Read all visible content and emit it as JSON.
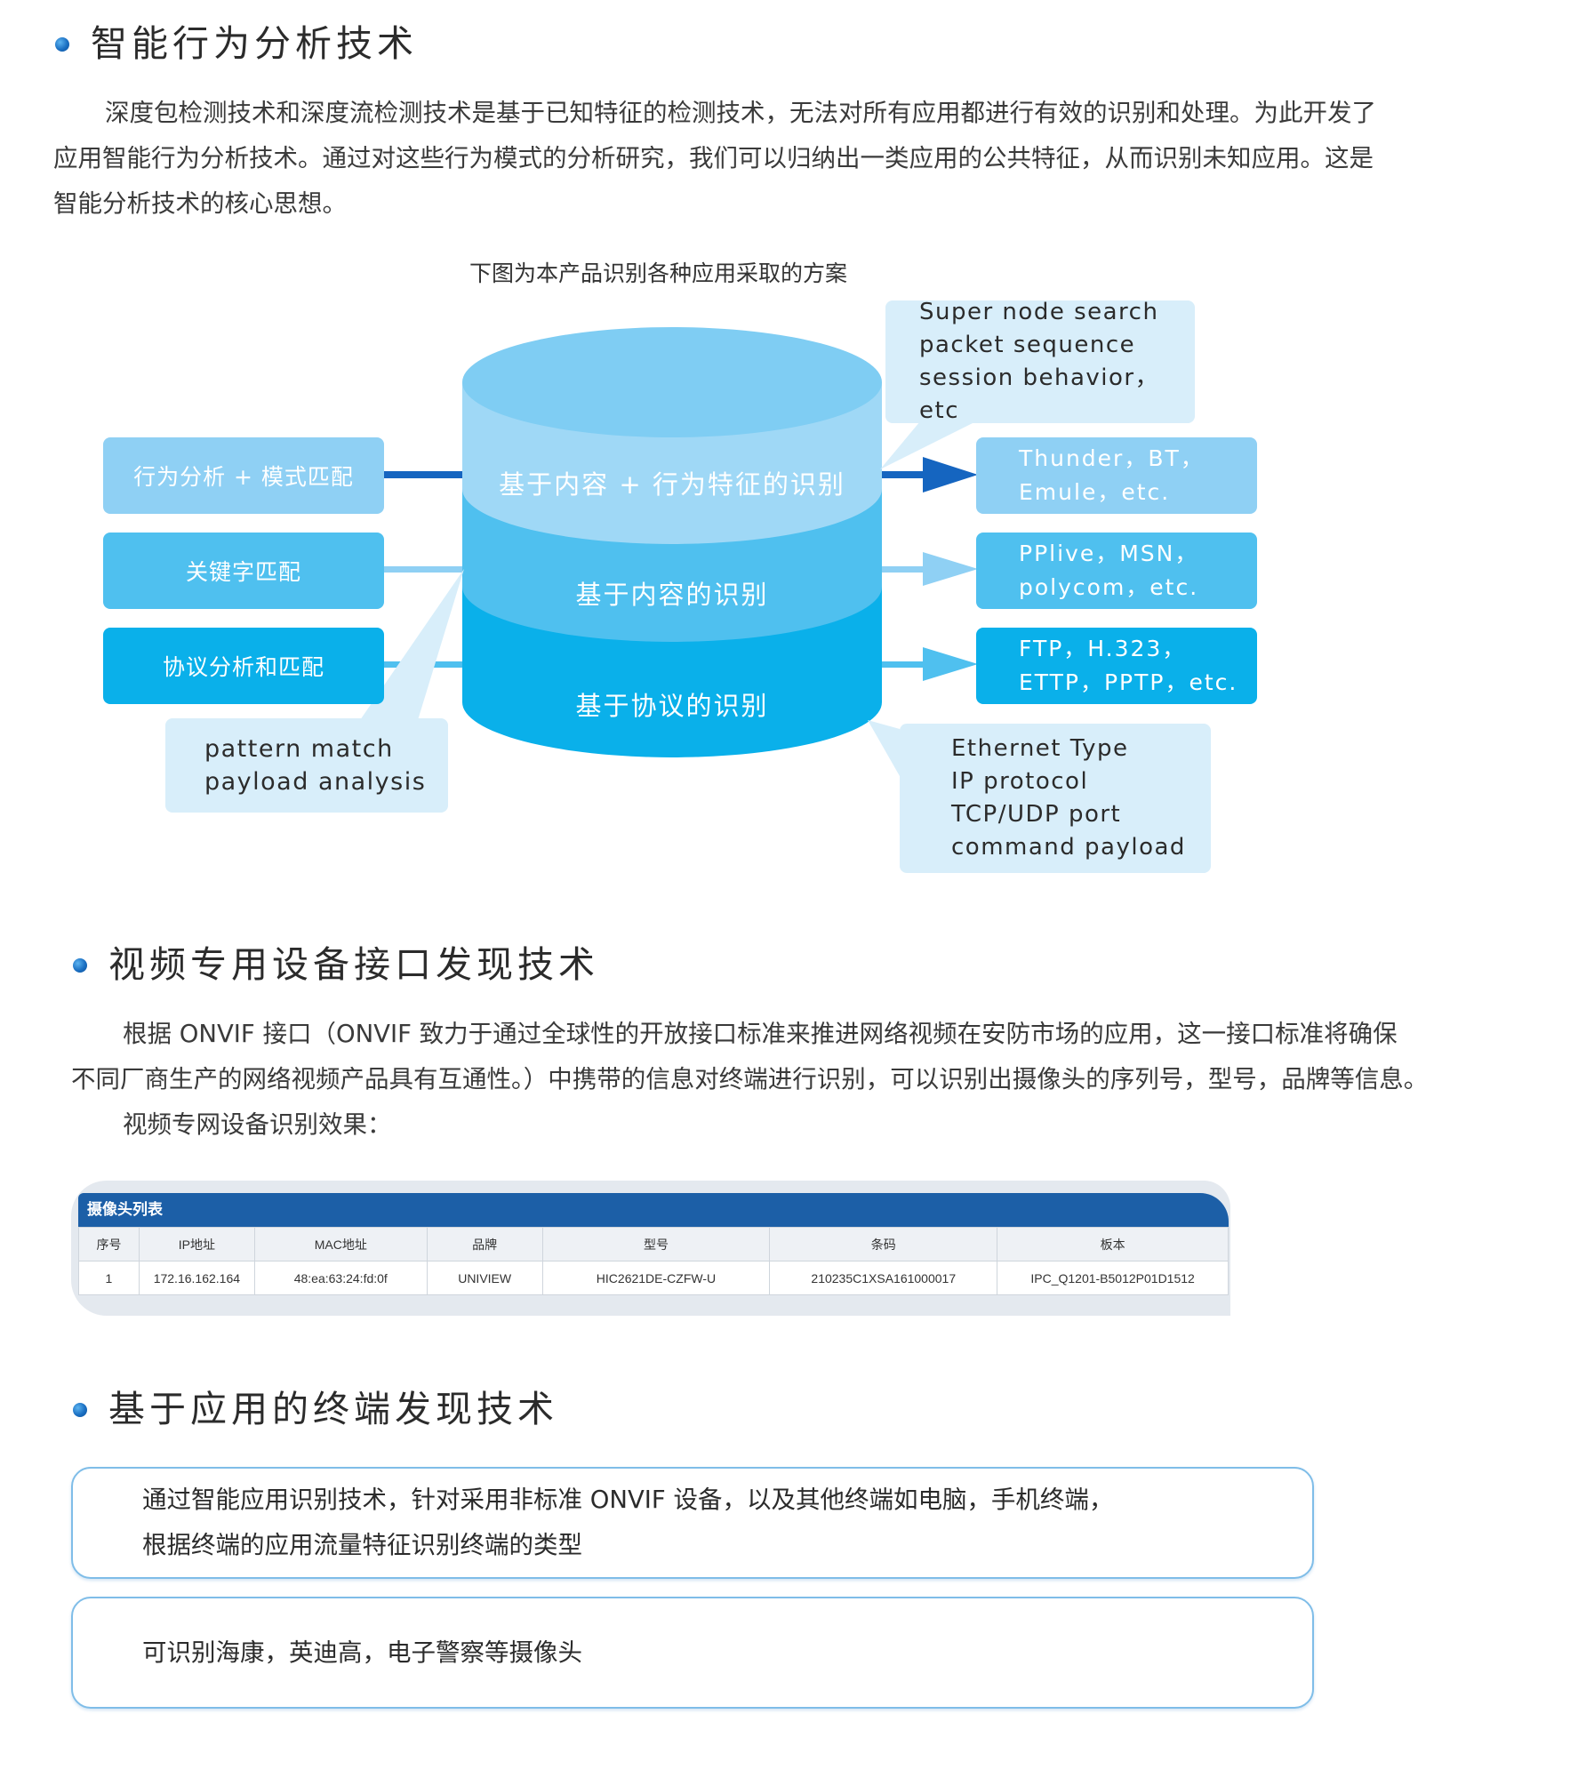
{
  "section1": {
    "title": "智能行为分析技术",
    "paragraph_lines": [
      "深度包检测技术和深度流检测技术是基于已知特征的检测技术，无法对所有应用都进行有效的识别和处理。为此开发了",
      "应用智能行为分析技术。通过对这些行为模式的分析研究，我们可以归纳出一类应用的公共特征，从而识别未知应用。这是",
      "智能分析技术的核心思想。"
    ]
  },
  "diagram": {
    "caption": "下图为本产品识别各种应用采取的方案",
    "left_boxes": [
      "行为分析 + 模式匹配",
      "关键字匹配",
      "协议分析和匹配"
    ],
    "cylinder_layers": [
      "基于内容 + 行为特征的识别",
      "基于内容的识别",
      "基于协议的识别"
    ],
    "right_boxes": [
      [
        "Thunder，BT，",
        "Emule，etc."
      ],
      [
        "PPlive，MSN，",
        "polycom，etc."
      ],
      [
        "FTP，H.323，",
        "ETTP，PPTP，etc."
      ]
    ],
    "callout_top": [
      "Super node search",
      "packet sequence",
      "session behavior，etc"
    ],
    "callout_left": [
      "pattern match",
      "payload analysis"
    ],
    "callout_bottom": [
      "Ethernet Type",
      "IP protocol",
      "TCP/UDP port",
      "command payload"
    ],
    "colors": {
      "light": "#8fd0f4",
      "mid": "#4fc0ef",
      "dark": "#0ab0ea",
      "callout": "#d8eefa",
      "arrow_dark": "#1565c0"
    }
  },
  "section2": {
    "title": "视频专用设备接口发现技术",
    "paragraph_lines": [
      "根据 ONVIF 接口（ONVIF 致力于通过全球性的开放接口标准来推进网络视频在安防市场的应用，这一接口标准将确保",
      "不同厂商生产的网络视频产品具有互通性。）中携带的信息对终端进行识别，可以识别出摄像头的序列号，型号，品牌等信息。"
    ],
    "sub_line": "视频专网设备识别效果："
  },
  "camera_table": {
    "title": "摄像头列表",
    "headers": [
      "序号",
      "IP地址",
      "MAC地址",
      "品牌",
      "型号",
      "条码",
      "板本"
    ],
    "rows": [
      [
        "1",
        "172.16.162.164",
        "48:ea:63:24:fd:0f",
        "UNIVIEW",
        "HIC2621DE-CZFW-U",
        "210235C1XSA161000017",
        "IPC_Q1201-B5012P01D1512"
      ]
    ],
    "header_color": "#1c5fa7"
  },
  "section3": {
    "title": "基于应用的终端发现技术",
    "box1_lines": [
      "通过智能应用识别技术，针对采用非标准 ONVIF 设备，以及其他终端如电脑，手机终端，",
      "根据终端的应用流量特征识别终端的类型"
    ],
    "box2_text": "可识别海康，英迪高，电子警察等摄像头"
  }
}
